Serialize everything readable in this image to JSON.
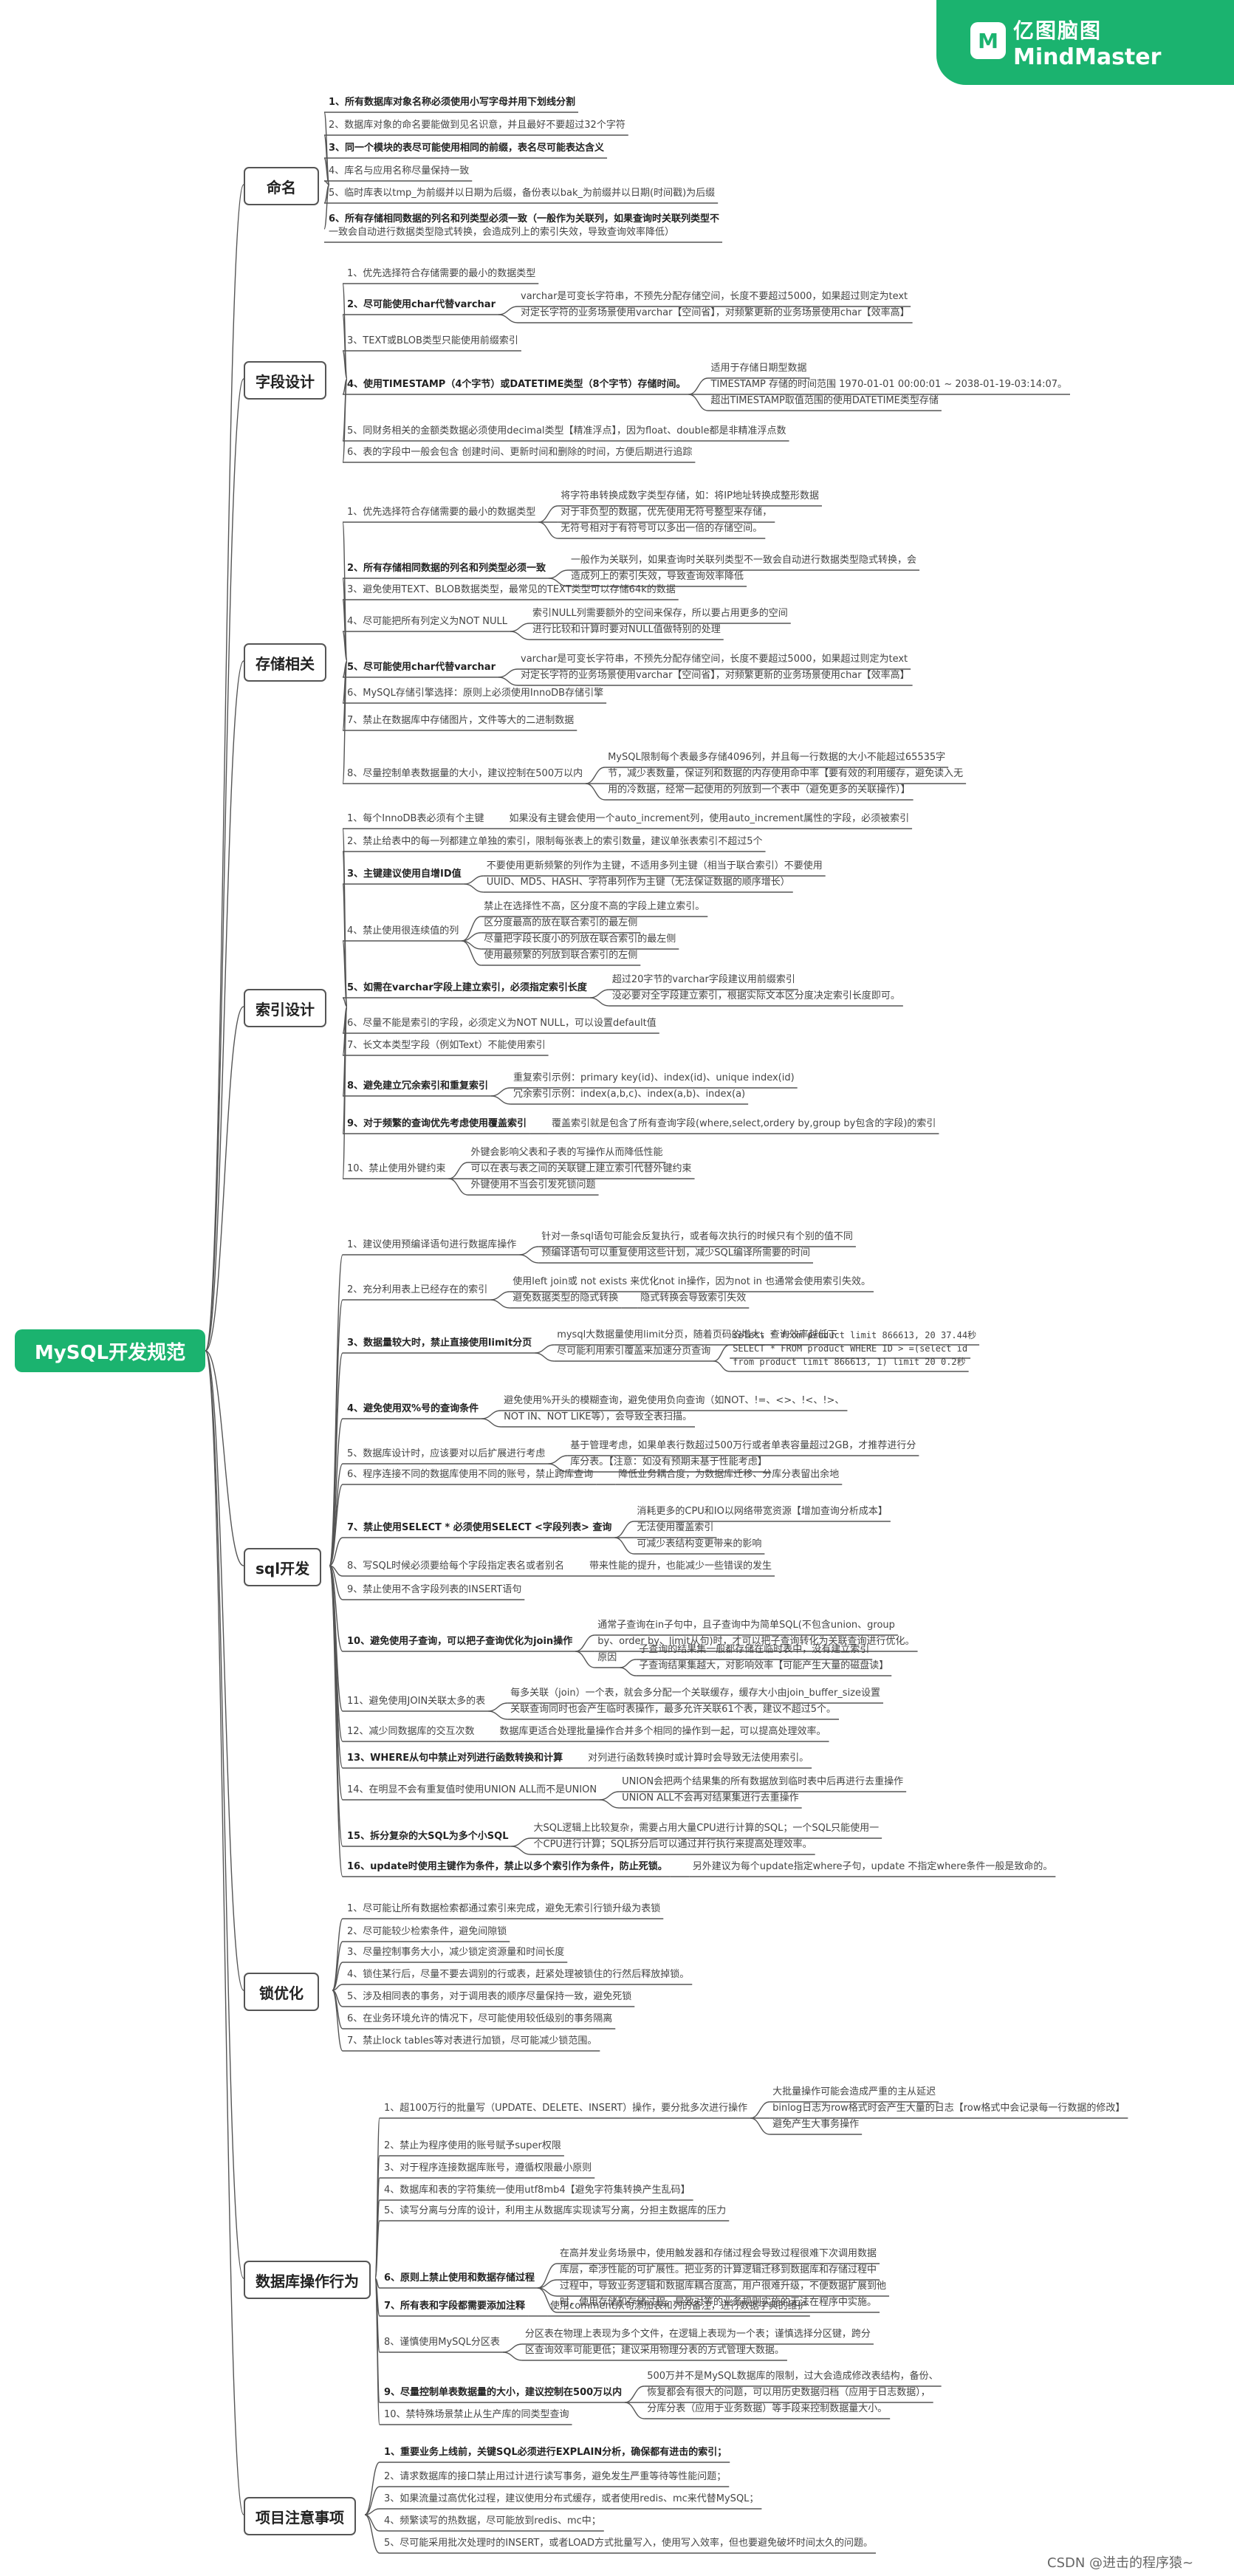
{
  "brand": {
    "name_cn": "亿图脑图",
    "name_en": "MindMaster",
    "icon": "mindmaster-logo-icon"
  },
  "credit": "CSDN @进击的程序猿~",
  "root": "MySQL开发规范",
  "colors": {
    "accent": "#1bb36f",
    "line": "#555555"
  },
  "categories": [
    {
      "label": "命名",
      "items": [
        {
          "text": "1、所有数据库对象名称必须使用小写字母并用下划线分割",
          "bold": true
        },
        {
          "text": "2、数据库对象的命名要能做到见名识意，并且最好不要超过32个字符"
        },
        {
          "text": "3、同一个模块的表尽可能使用相同的前缀，表名尽可能表达含义",
          "bold": true
        },
        {
          "text": "4、库名与应用名称尽量保持一致"
        },
        {
          "text": "5、临时库表以tmp_为前缀并以日期为后缀，备份表以bak_为前缀并以日期(时间戳)为后缀"
        },
        {
          "text": "6、所有存储相同数据的列名和列类型必须一致（一般作为关联列，如果查询时关联列类型不",
          "text2": "一致会自动进行数据类型隐式转换，会造成列上的索引失效，导致查询效率降低）",
          "bold": true
        }
      ]
    },
    {
      "label": "字段设计",
      "items": [
        {
          "text": "1、优先选择符合存储需要的最小的数据类型"
        },
        {
          "text": "2、尽可能使用char代替varchar",
          "bold": true,
          "subs": [
            "varchar是可变长字符串，不预先分配存储空间，长度不要超过5000，如果超过则定为text",
            "对定长字符的业务场景使用varchar【空间省】，对频繁更新的业务场景使用char【效率高】"
          ]
        },
        {
          "text": "3、TEXT或BLOB类型只能使用前缀索引"
        },
        {
          "text": "4、使用TIMESTAMP（4个字节）或DATETIME类型（8个字节）存储时间。",
          "bold": true,
          "subs": [
            "适用于存储日期型数据",
            "TIMESTAMP 存储的时间范围 1970-01-01 00:00:01 ~ 2038-01-19-03:14:07。",
            "超出TIMESTAMP取值范围的使用DATETIME类型存储"
          ]
        },
        {
          "text": "5、同财务相关的金额类数据必须使用decimal类型【精准浮点】，因为float、double都是非精准浮点数"
        },
        {
          "text": "6、表的字段中一般会包含 创建时间、更新时间和删除的时间，方便后期进行追踪"
        }
      ]
    },
    {
      "label": "存储相关",
      "items": [
        {
          "text": "1、优先选择符合存储需要的最小的数据类型",
          "subs": [
            "将字符串转换成数字类型存储，如：将IP地址转换成整形数据",
            "对于非负型的数据，优先使用无符号整型来存储，",
            "无符号相对于有符号可以多出一倍的存储空间。"
          ]
        },
        {
          "text": "2、所有存储相同数据的列名和列类型必须一致",
          "bold": true,
          "subs": [
            "一般作为关联列，如果查询时关联列类型不一致会自动进行数据类型隐式转换，会",
            "造成列上的索引失效，导致查询效率降低"
          ]
        },
        {
          "text": "3、避免使用TEXT、BLOB数据类型，最常见的TEXT类型可以存储64k的数据"
        },
        {
          "text": "4、尽可能把所有列定义为NOT NULL",
          "subs": [
            "索引NULL列需要额外的空间来保存，所以要占用更多的空间",
            "进行比较和计算时要对NULL值做特别的处理"
          ]
        },
        {
          "text": "5、尽可能使用char代替varchar",
          "bold": true,
          "subs": [
            "varchar是可变长字符串，不预先分配存储空间，长度不要超过5000，如果超过则定为text",
            "对定长字符的业务场景使用varchar【空间省】，对频繁更新的业务场景使用char【效率高】"
          ]
        },
        {
          "text": "6、MySQL存储引擎选择：原则上必须使用InnoDB存储引擎"
        },
        {
          "text": "7、禁止在数据库中存储图片，文件等大的二进制数据"
        },
        {
          "text": "8、尽量控制单表数据量的大小，建议控制在500万以内",
          "subs": [
            "MySQL限制每个表最多存储4096列，并且每一行数据的大小不能超过65535字",
            "节，减少表数量，保证列和数据的内存使用命中率【要有效的利用缓存，避免读入无",
            "用的冷数据，经常一起使用的列放到一个表中（避免更多的关联操作）】"
          ]
        }
      ]
    },
    {
      "label": "索引设计",
      "items": [
        {
          "text": "1、每个InnoDB表必须有个主键",
          "subs": [
            "如果没有主键会使用一个auto_increment列，使用auto_increment属性的字段，必须被索引"
          ]
        },
        {
          "text": "2、禁止给表中的每一列都建立单独的索引，限制每张表上的索引数量，建议单张表索引不超过5个"
        },
        {
          "text": "3、主键建议使用自增ID值",
          "bold": true,
          "subs": [
            "不要使用更新频繁的列作为主键，不适用多列主键（相当于联合索引）不要使用",
            "UUID、MD5、HASH、字符串列作为主键（无法保证数据的顺序增长）"
          ]
        },
        {
          "text": "4、禁止使用很连续值的列",
          "subs": [
            "禁止在选择性不高，区分度不高的字段上建立索引。",
            "区分度最高的放在联合索引的最左侧",
            "尽量把字段长度小的列放在联合索引的最左侧",
            "使用最频繁的列放到联合索引的左侧"
          ]
        },
        {
          "text": "5、如需在varchar字段上建立索引，必须指定索引长度",
          "bold": true,
          "subs": [
            "超过20字节的varchar字段建议用前缀索引",
            "没必要对全字段建立索引，根据实际文本区分度决定索引长度即可。"
          ]
        },
        {
          "text": "6、尽量不能是索引的字段，必须定义为NOT NULL，可以设置default值"
        },
        {
          "text": "7、长文本类型字段（例如Text）不能使用索引"
        },
        {
          "text": "8、避免建立冗余索引和重复索引",
          "bold": true,
          "subs": [
            "重复索引示例：primary key(id)、index(id)、unique index(id)",
            "冗余索引示例：index(a,b,c)、index(a,b)、index(a)"
          ]
        },
        {
          "text": "9、对于频繁的查询优先考虑使用覆盖索引",
          "bold": true,
          "subs": [
            "覆盖索引就是包含了所有查询字段(where,select,ordery by,group by包含的字段)的索引"
          ]
        },
        {
          "text": "10、禁止使用外键约束",
          "subs": [
            "外键会影响父表和子表的写操作从而降低性能",
            "可以在表与表之间的关联键上建立索引代替外键约束",
            "外键使用不当会引发死锁问题"
          ]
        }
      ]
    },
    {
      "label": "sql开发",
      "items": [
        {
          "text": "1、建议使用预编译语句进行数据库操作",
          "subs": [
            "针对一条sql语句可能会反复执行，或者每次执行的时候只有个别的值不同",
            "预编译语句可以重复使用这些计划，减少SQL编译所需要的时间"
          ]
        },
        {
          "text": "2、充分利用表上已经存在的索引",
          "subs": [
            "使用left join或 not exists 来优化not in操作，因为not in 也通常会使用索引失效。",
            "避免数据类型的隐式转换"
          ],
          "subsub": "隐式转换会导致索引失效"
        },
        {
          "text": "3、数据量较大时，禁止直接使用limit分页",
          "bold": true,
          "subs": [
            "mysql大数据量使用limit分页，随着页码的增大，查询效率越低下",
            "尽可能利用索引覆盖来加速分页查询"
          ],
          "code": [
            "select * from product limit 866613, 20    37.44秒",
            "SELECT * FROM product WHERE ID > =(select id",
            "from product limit 866613, 1) limit 20    0.2秒"
          ]
        },
        {
          "text": "4、避免使用双%号的查询条件",
          "bold": true,
          "subs": [
            "避免使用%开头的模糊查询，避免使用负向查询（如NOT、!=、<>、!<、!>、",
            "NOT IN、NOT LIKE等），会导致全表扫描。"
          ]
        },
        {
          "text": "5、数据库设计时，应该要对以后扩展进行考虑",
          "subs": [
            "基于管理考虑，如果单表行数超过500万行或者单表容量超过2GB，才推荐进行分",
            "库分表。【注意：如没有预期未基于性能考虑】"
          ]
        },
        {
          "text": "6、程序连接不同的数据库使用不同的账号，禁止跨库查询",
          "subs": [
            "降低业务耦合度，为数据库迁移、分库分表留出余地"
          ]
        },
        {
          "text": "7、禁止使用SELECT * 必须使用SELECT <字段列表> 查询",
          "bold": true,
          "subs": [
            "消耗更多的CPU和IO以网络带宽资源【增加查询分析成本】",
            "无法使用覆盖索引",
            "可减少表结构变更带来的影响"
          ]
        },
        {
          "text": "8、写SQL时候必须要给每个字段指定表名或者别名",
          "subs": [
            "带来性能的提升，也能减少一些错误的发生"
          ]
        },
        {
          "text": "9、禁止使用不含字段列表的INSERT语句"
        },
        {
          "text": "10、避免使用子查询，可以把子查询优化为join操作",
          "bold": true,
          "subs": [
            "通常子查询在in子句中，且子查询中为简单SQL(不包含union、group",
            "by、order by、limit从句)时，才可以把子查询转化为关联查询进行优化。",
            "原因"
          ],
          "reasons": [
            "子查询的结果集一般都存储在临时表中，没有建立索引",
            "子查询结果集越大，对影响效率【可能产生大量的磁盘读】"
          ]
        },
        {
          "text": "11、避免使用JOIN关联太多的表",
          "subs": [
            "每多关联（join）一个表，就会多分配一个关联缓存，缓存大小由join_buffer_size设置",
            "关联查询同时也会产生临时表操作，最多允许关联61个表，建议不超过5个。"
          ]
        },
        {
          "text": "12、减少同数据库的交互次数",
          "subs": [
            "数据库更适合处理批量操作合并多个相同的操作到一起，可以提高处理效率。"
          ]
        },
        {
          "text": "13、WHERE从句中禁止对列进行函数转换和计算",
          "bold": true,
          "subs": [
            "对列进行函数转换时或计算时会导致无法使用索引。"
          ]
        },
        {
          "text": "14、在明显不会有重复值时使用UNION ALL而不是UNION",
          "subs": [
            "UNION会把两个结果集的所有数据放到临时表中后再进行去重操作",
            "UNION ALL不会再对结果集进行去重操作"
          ]
        },
        {
          "text": "15、拆分复杂的大SQL为多个小SQL",
          "bold": true,
          "subs": [
            "大SQL逻辑上比较复杂，需要占用大量CPU进行计算的SQL；一个SQL只能使用一",
            "个CPU进行计算；SQL拆分后可以通过并行执行来提高处理效率。"
          ]
        },
        {
          "text": "16、update时使用主键作为条件，禁止以多个索引作为条件，防止死锁。",
          "bold": true,
          "subs": [
            "另外建议为每个update指定where子句，update 不指定where条件一般是致命的。"
          ]
        }
      ]
    },
    {
      "label": "锁优化",
      "items": [
        {
          "text": "1、尽可能让所有数据检索都通过索引来完成，避免无索引行锁升级为表锁"
        },
        {
          "text": "2、尽可能较少检索条件，避免间隙锁"
        },
        {
          "text": "3、尽量控制事务大小，减少锁定资源量和时间长度"
        },
        {
          "text": "4、锁住某行后，尽量不要去调别的行或表，赶紧处理被锁住的行然后释放掉锁。"
        },
        {
          "text": "5、涉及相同表的事务，对于调用表的顺序尽量保持一致，避免死锁"
        },
        {
          "text": "6、在业务环境允许的情况下，尽可能使用较低级别的事务隔离"
        },
        {
          "text": "7、禁止lock tables等对表进行加锁，尽可能减少锁范围。"
        }
      ]
    },
    {
      "label": "数据库操作行为",
      "items": [
        {
          "text": "1、超100万行的批量写（UPDATE、DELETE、INSERT）操作，要分批多次进行操作",
          "subs": [
            "大批量操作可能会造成严重的主从延迟",
            "binlog日志为row格式时会产生大量的日志【row格式中会记录每一行数据的修改】",
            "避免产生大事务操作"
          ]
        },
        {
          "text": "2、禁止为程序使用的账号赋予super权限"
        },
        {
          "text": "3、对于程序连接数据库账号，遵循权限最小原则"
        },
        {
          "text": "4、数据库和表的字符集统一使用utf8mb4【避免字符集转换产生乱码】"
        },
        {
          "text": "5、读写分离与分库的设计，利用主从数据库实现读写分离，分担主数据库的压力"
        },
        {
          "text": "6、原则上禁止使用和数据存储过程",
          "bold": true,
          "subs": [
            "在高并发业务场景中，使用触发器和存储过程会导致过程很难下次调用数据",
            "库层，牵涉性能的可扩展性。把业务的计算逻辑迁移到数据库和存储过程中",
            "过程中，导致业务逻辑和数据库耦合度高，用户很难升级，不便数据扩展到他",
            "时，使用存储和存储过程，导致对等的业务规则实施的无法在程序中实施。"
          ]
        },
        {
          "text": "7、所有表和字段都需要添加注释",
          "bold": true,
          "subs": [
            "使用comment从句添加表和列的备注，进行数据字典的维护"
          ]
        },
        {
          "text": "8、谨慎使用MySQL分区表",
          "subs": [
            "分区表在物理上表现为多个文件，在逻辑上表现为一个表；谨慎选择分区键，跨分",
            "区查询效率可能更低；建议采用物理分表的方式管理大数据。"
          ]
        },
        {
          "text": "9、尽量控制单表数据量的大小，建议控制在500万以内",
          "bold": true,
          "subs": [
            "500万并不是MySQL数据库的限制，过大会造成修改表结构，备份、",
            "恢复都会有很大的问题，可以用历史数据归档（应用于日志数据），",
            "分库分表（应用于业务数据）等手段来控制数据量大小。"
          ]
        },
        {
          "text": "10、禁特殊场景禁止从生产库的同类型查询"
        }
      ]
    },
    {
      "label": "项目注意事项",
      "items": [
        {
          "text": "1、重要业务上线前，关键SQL必须进行EXPLAIN分析，确保都有进击的索引；",
          "bold": true
        },
        {
          "text": "2、请求数据库的接口禁止用过计进行读写事务，避免发生严重等待等性能问题；"
        },
        {
          "text": "3、如果流量过高优化过程，建议使用分布式缓存，或者使用redis、mc来代替MySQL；"
        },
        {
          "text": "4、频繁读写的热数据，尽可能放到redis、mc中；"
        },
        {
          "text": "5、尽可能采用批次处理时的INSERT，或者LOAD方式批量写入，使用写入效率，但也要避免破坏时间太久的问题。"
        }
      ]
    }
  ]
}
